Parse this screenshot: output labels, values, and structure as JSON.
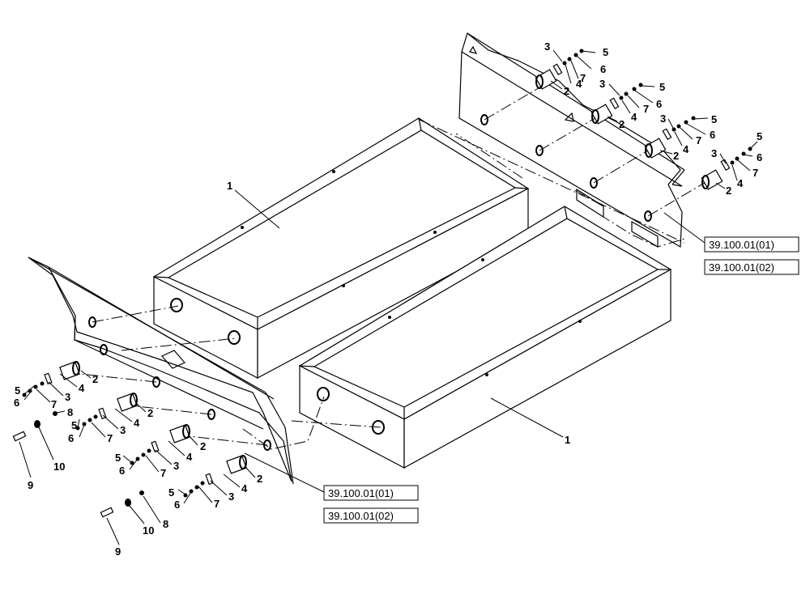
{
  "callouts": {
    "tank_upper": "1",
    "tank_lower": "1",
    "r_upper_a_3": "3",
    "r_upper_a_5": "5",
    "r_upper_a_6": "6",
    "r_upper_a_7": "7",
    "r_upper_a_4": "4",
    "r_upper_a_2": "2",
    "r_upper_b_3": "3",
    "r_upper_b_5": "5",
    "r_upper_b_6": "6",
    "r_upper_b_7": "7",
    "r_upper_b_4": "4",
    "r_upper_b_2": "2",
    "r_mid_3": "3",
    "r_mid_5": "5",
    "r_mid_6": "6",
    "r_mid_7": "7",
    "r_mid_4": "4",
    "r_mid_2": "2",
    "r_low_3": "3",
    "r_low_5": "5",
    "r_low_6": "6",
    "r_low_7": "7",
    "r_low_4": "4",
    "r_low_2": "2",
    "l_a_5": "5",
    "l_a_6": "6",
    "l_a_7": "7",
    "l_a_3": "3",
    "l_a_4": "4",
    "l_a_2": "2",
    "l_a_8": "8",
    "l_b_5": "5",
    "l_b_6": "6",
    "l_b_7": "7",
    "l_b_3": "3",
    "l_b_4": "4",
    "l_b_2": "2",
    "l_c_5": "5",
    "l_c_6": "6",
    "l_c_7": "7",
    "l_c_3": "3",
    "l_c_4": "4",
    "l_c_2": "2",
    "l_d_5": "5",
    "l_d_6": "6",
    "l_d_7": "7",
    "l_d_3": "3",
    "l_d_4": "4",
    "l_d_2": "2",
    "bolt_left_9": "9",
    "washer_left_10": "10",
    "bolt_low_9": "9",
    "washer_low_10": "10",
    "washer_low_8": "8"
  },
  "references": {
    "right_ref_1": "39.100.01(01)",
    "right_ref_2": "39.100.01(02)",
    "left_ref_1": "39.100.01(01)",
    "left_ref_2": "39.100.01(02)"
  }
}
